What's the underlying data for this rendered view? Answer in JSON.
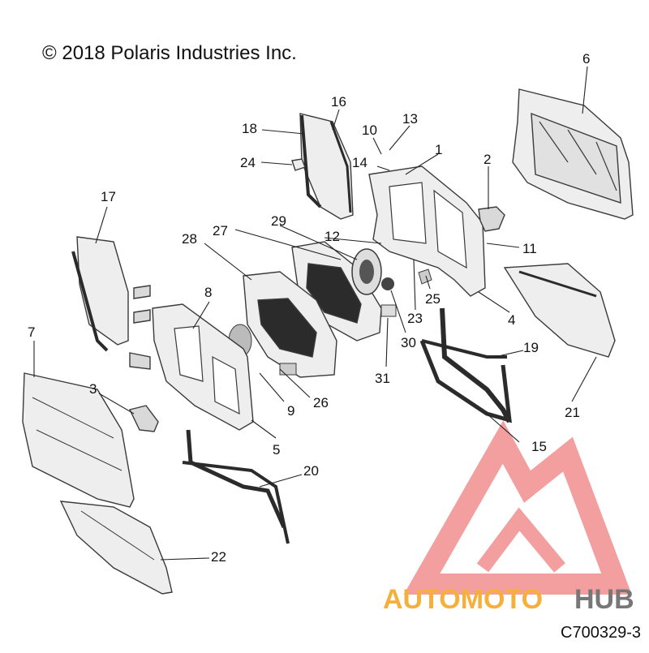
{
  "copyright": "© 2018 Polaris Industries Inc.",
  "diagram_code": "C700329-3",
  "watermark": {
    "word1": "AUTOMOTO",
    "word2": "HUB",
    "color_triangle": "#f07f7f",
    "color_auto": "#f5b03c",
    "color_moto": "#f4a070",
    "color_hub": "#777777"
  },
  "callouts": {
    "c1": "1",
    "c2": "2",
    "c3": "3",
    "c4": "4",
    "c5": "5",
    "c6": "6",
    "c7": "7",
    "c8": "8",
    "c9": "9",
    "c10": "10",
    "c11": "11",
    "c12": "12",
    "c13": "13",
    "c14": "14",
    "c15": "15",
    "c16": "16",
    "c17": "17",
    "c18": "18",
    "c19": "19",
    "c20": "20",
    "c21": "21",
    "c22": "22",
    "c23": "23",
    "c24": "24",
    "c25": "25",
    "c26": "26",
    "c27": "27",
    "c28": "28",
    "c29": "29",
    "c30": "30",
    "c31": "31"
  }
}
